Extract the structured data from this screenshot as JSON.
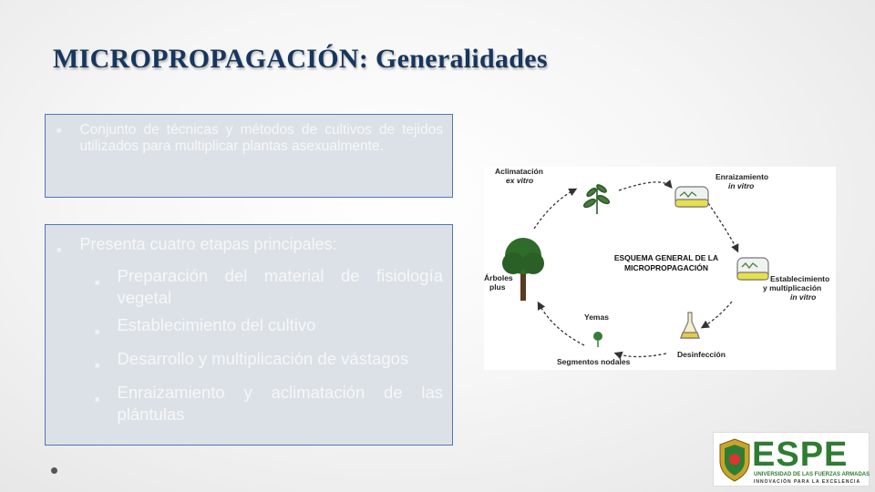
{
  "slide": {
    "title": "MICROPROPAGACIÓN: Generalidades"
  },
  "box1": {
    "bullet": "Conjunto de técnicas y métodos de cultivos de tejidos utilizados para multiplicar plantas asexualmente."
  },
  "box2": {
    "bullet": "Presenta cuatro etapas principales:",
    "sub_bullets": [
      "Preparación del material de fisiología vegetal",
      "Establecimiento del cultivo",
      "Desarrollo y multiplicación de vástagos",
      "Enraizamiento y aclimatación de las plántulas"
    ]
  },
  "diagram": {
    "center_line1": "ESQUEMA GENERAL DE LA",
    "center_line2": "MICROPROPAGACIÓN",
    "labels": {
      "aclimatacion": "Aclimatación",
      "aclimatacion_it": "ex vitro",
      "enraizamiento": "Enraizamiento",
      "enraizamiento_it": "in vitro",
      "establecimiento1": "Establecimiento",
      "establecimiento2": "y multiplicación",
      "establecimiento_it": "in vitro",
      "arboles1": "Árboles",
      "arboles2": "plus",
      "yemas": "Yemas",
      "segmentos": "Segmentos nodales",
      "desinfeccion": "Desinfección"
    }
  },
  "logo": {
    "word": "ESPE",
    "line1": "UNIVERSIDAD DE LAS FUERZAS ARMADAS",
    "line2": "INNOVACIÓN PARA LA EXCELENCIA"
  },
  "colors": {
    "title": "#17365d",
    "box_bg": "#dbe1e7",
    "box_border": "#4f78b4",
    "logo_green": "#2f7d32"
  }
}
